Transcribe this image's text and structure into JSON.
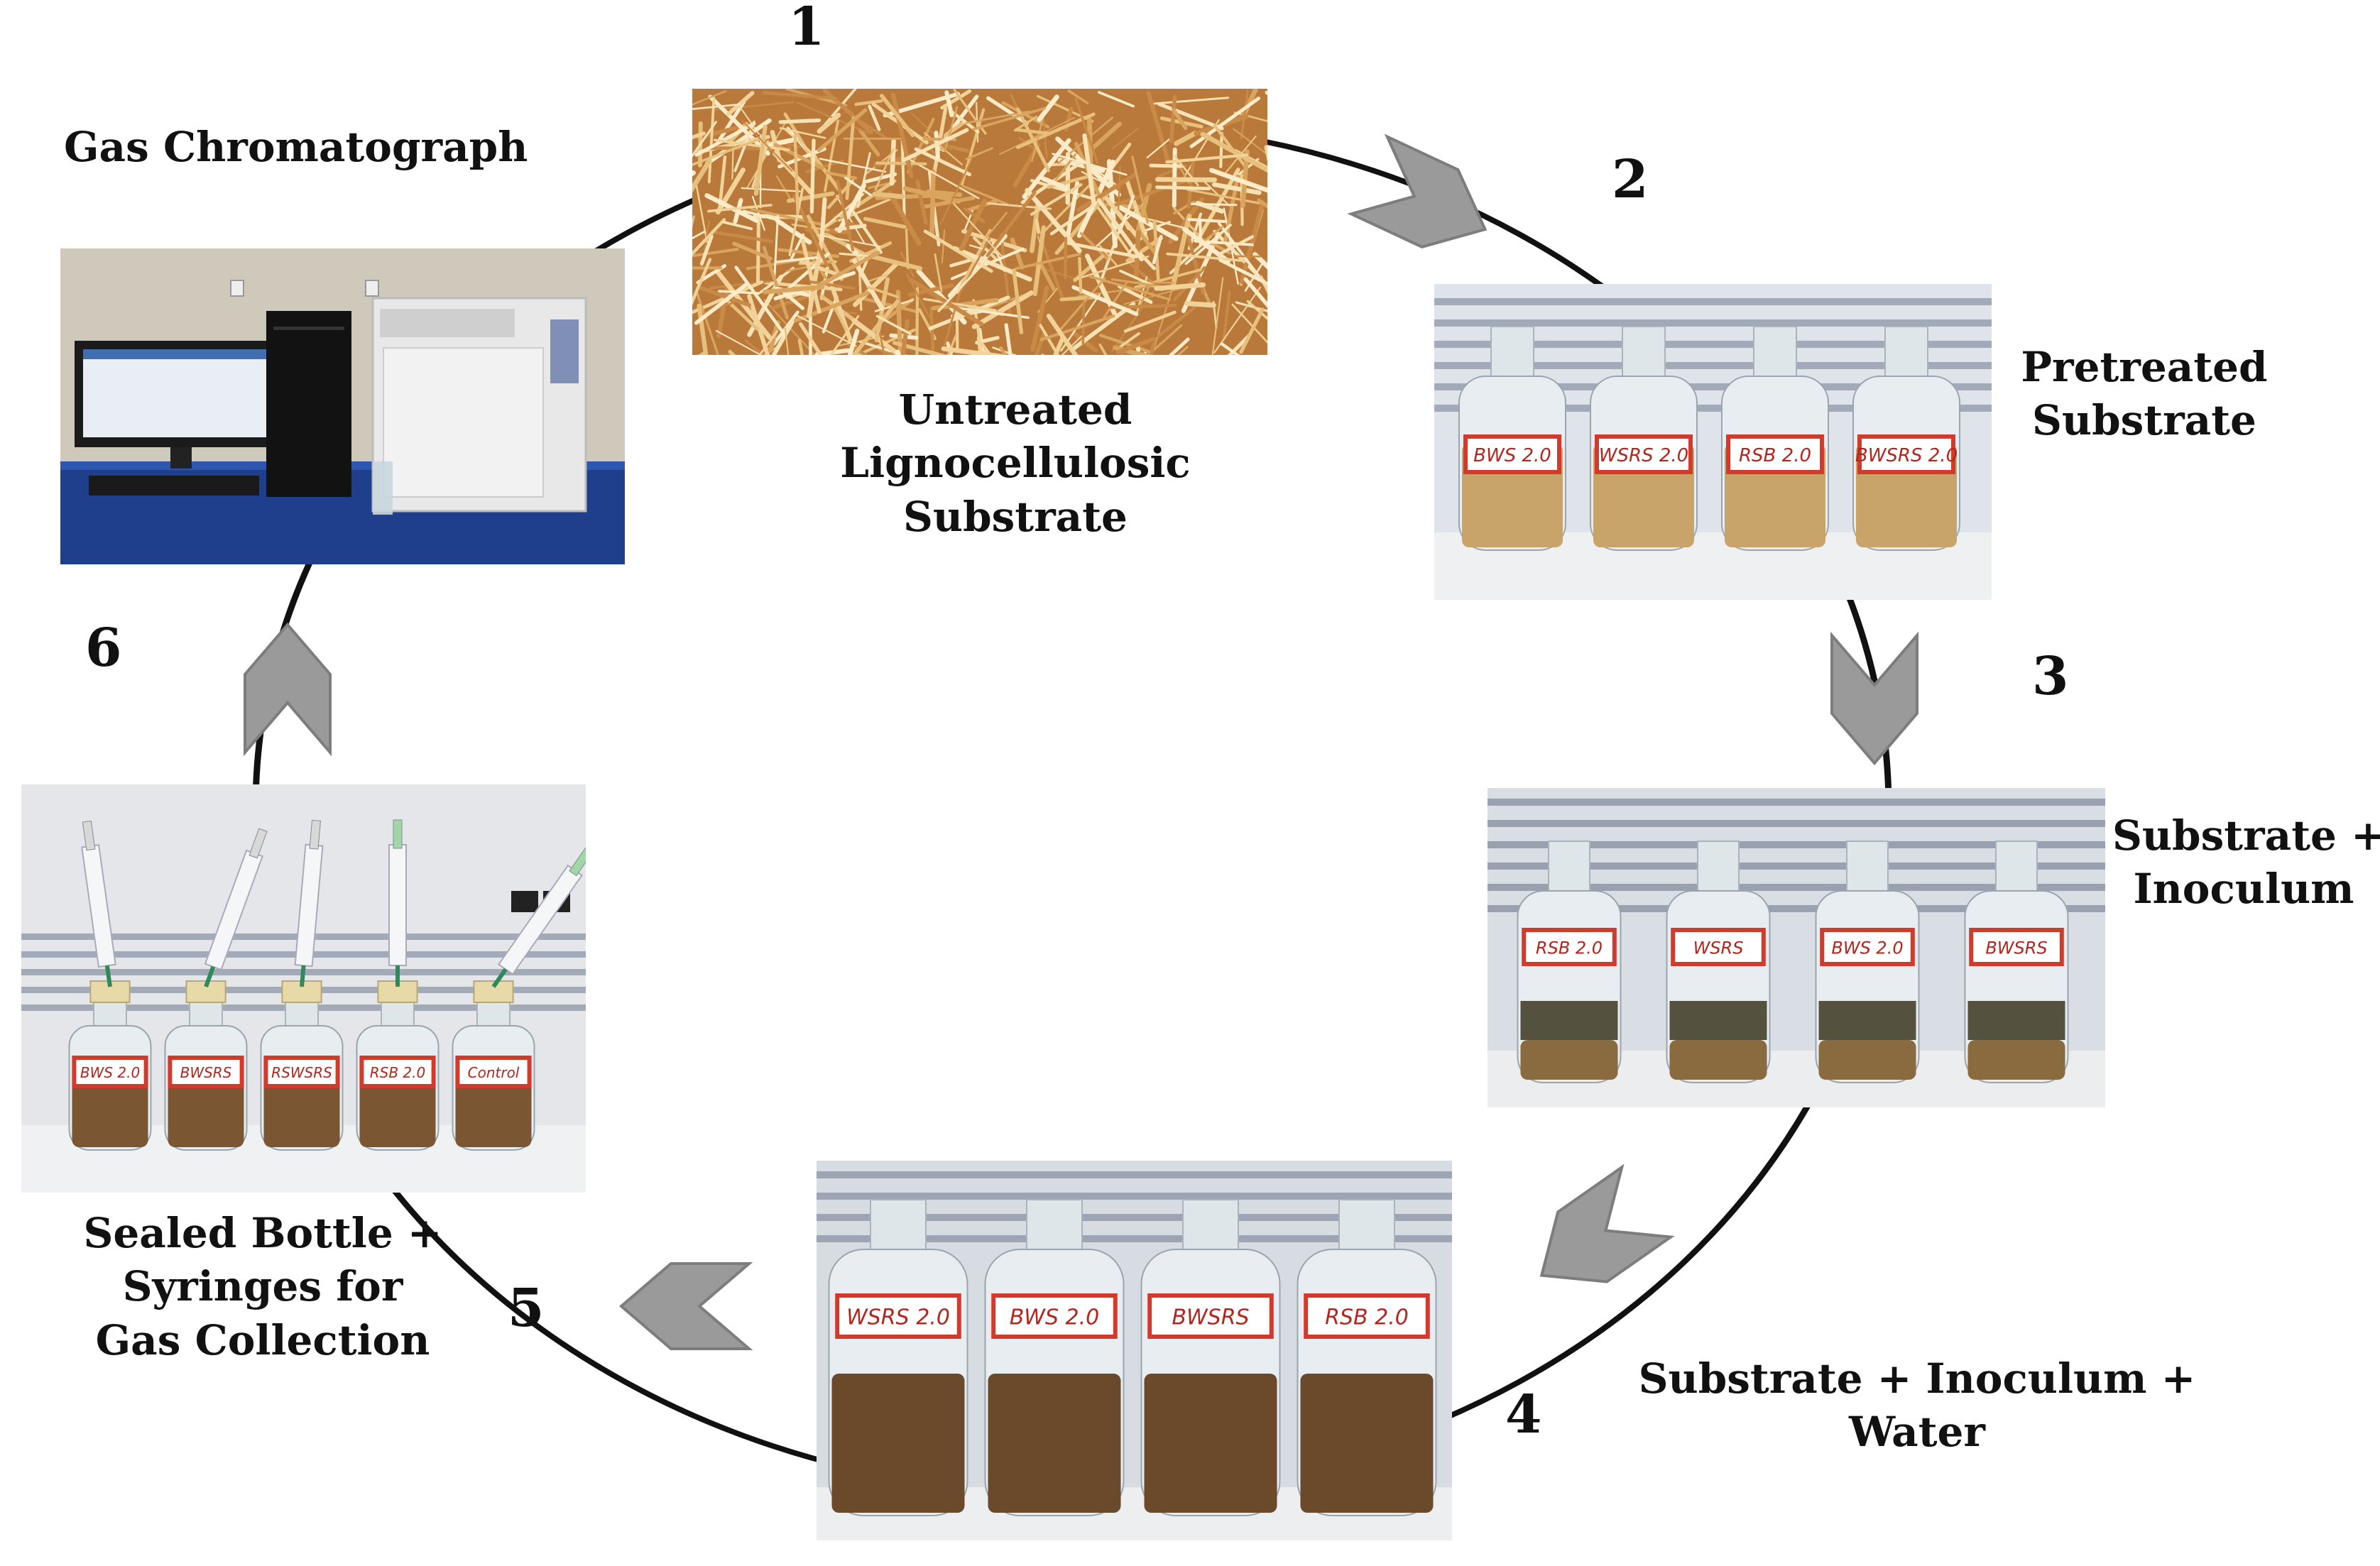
{
  "steps": [
    {
      "number": "1",
      "label_lines": [
        "Untreated",
        "Lignocellulosic",
        "Substrate"
      ]
    },
    {
      "number": "2",
      "label_lines": [
        "Pretreated",
        "Substrate"
      ]
    },
    {
      "number": "3",
      "label_lines": [
        "Substrate +",
        "Inoculum"
      ]
    },
    {
      "number": "4",
      "label_lines": [
        "Substrate + Inoculum +",
        "Water"
      ]
    },
    {
      "number": "5",
      "label_lines": [
        "Sealed Bottle +",
        "Syringes for",
        "Gas Collection"
      ]
    },
    {
      "number": "6",
      "label_lines": [
        "Gas Chromatograph"
      ]
    }
  ],
  "bottle_labels": {
    "pretreated": [
      "BWS 2.0",
      "WSRS 2.0",
      "RSB 2.0",
      "BWSRS 2.0"
    ],
    "inoculated": [
      "RSB 2.0",
      "WSRS",
      "BWS 2.0",
      "BWSRS"
    ],
    "with_water": [
      "WSRS 2.0",
      "BWS 2.0",
      "BWSRS",
      "RSB 2.0"
    ],
    "sealed": [
      "BWS 2.0",
      "BWSRS",
      "RSWSRS",
      "RSB 2.0",
      "Control"
    ]
  },
  "colors": {
    "arrow": "#9a9a9a",
    "arrow_stroke": "#7d7d7d",
    "circle": "#111111",
    "text": "#111111"
  }
}
